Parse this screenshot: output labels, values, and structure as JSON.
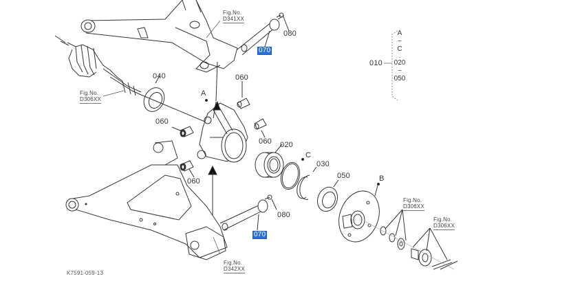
{
  "diagram": {
    "title": "Rear axle knuckle exploded parts diagram",
    "drawing_code": "K7591-059-13",
    "part_labels": {
      "p010": "010",
      "p020": "020",
      "p030": "030",
      "p040": "040",
      "p050": "050",
      "p060_a": "060",
      "p060_b": "060",
      "p060_c": "060",
      "p060_d": "060",
      "p070_top": "070",
      "p070_bottom": "070",
      "p080_top": "080",
      "p080_bottom": "080"
    },
    "assembly_letters": {
      "a": "A",
      "b": "B",
      "c": "C"
    },
    "bracket_group": {
      "label": "010",
      "items": [
        "A",
        "~",
        "C",
        "·",
        "020",
        "~",
        "050"
      ]
    },
    "figure_refs": {
      "upper_arm": {
        "line1": "Fig.No.",
        "line2": "D341XX"
      },
      "drive_shaft": {
        "line1": "Fig.No.",
        "line2": "D306XX"
      },
      "lower_arm": {
        "line1": "Fig.No.",
        "line2": "D342XX"
      },
      "hub_washers": {
        "line1": "Fig.No.",
        "line2": "D306XX"
      },
      "hub_nut": {
        "line1": "Fig.No.",
        "line2": "D306XX"
      }
    },
    "colors": {
      "link_highlight": "#2b6fd6",
      "line": "#333333",
      "background": "#ffffff"
    }
  }
}
